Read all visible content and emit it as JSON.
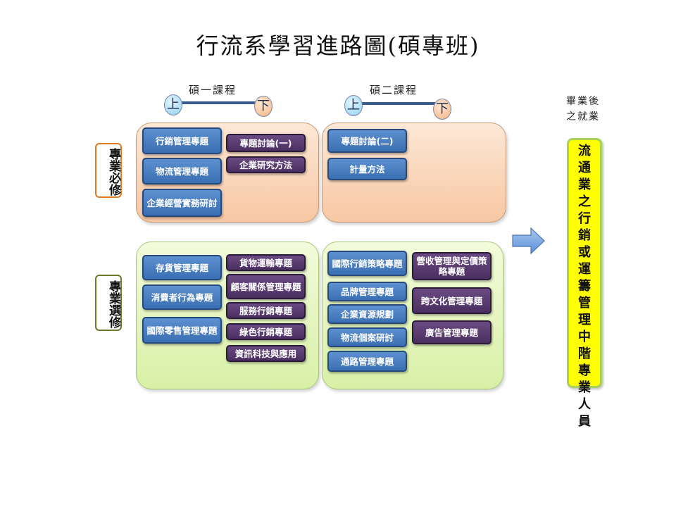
{
  "title": "行流系學習進路圖(碩專班)",
  "semesters": {
    "year1": {
      "label": "碩一課程",
      "up": "上",
      "down": "下"
    },
    "year2": {
      "label": "碩二課程",
      "up": "上",
      "down": "下"
    }
  },
  "categories": {
    "required": "專業必修",
    "elective": "專業選修"
  },
  "required": {
    "year1_col1": [
      "行銷管理專題",
      "物流管理專題",
      "企業經營實務研討"
    ],
    "year1_col2": [
      "專題討論(一)",
      "企業研究方法"
    ],
    "year2_col1": [
      "專題討論(二)",
      "計量方法"
    ]
  },
  "elective": {
    "year1_col1": [
      "存貨管理專題",
      "消費者行為專題",
      "國際零售管理專題"
    ],
    "year1_col2": [
      "貨物運輸專題",
      "顧客關係管理專題",
      "服務行銷專題",
      "綠色行銷專題",
      "資訊科技與應用"
    ],
    "year2_col1": [
      "國際行銷策略專題",
      "品牌管理專題",
      "企業資源規劃",
      "物流個案研討",
      "通路管理專題"
    ],
    "year2_col2": [
      "營收管理與定價策略專題",
      "跨文化管理專題",
      "廣告管理專題"
    ]
  },
  "career": {
    "label": "畢業後之就業",
    "target": "流通業之行銷或運籌管理中階專業人員"
  },
  "colors": {
    "required_border": "#e07a1f",
    "elective_border": "#6b7a2a",
    "course_blue": "#3a6fb3",
    "course_purple": "#4b2f61",
    "career_fill": "#ffff00"
  }
}
